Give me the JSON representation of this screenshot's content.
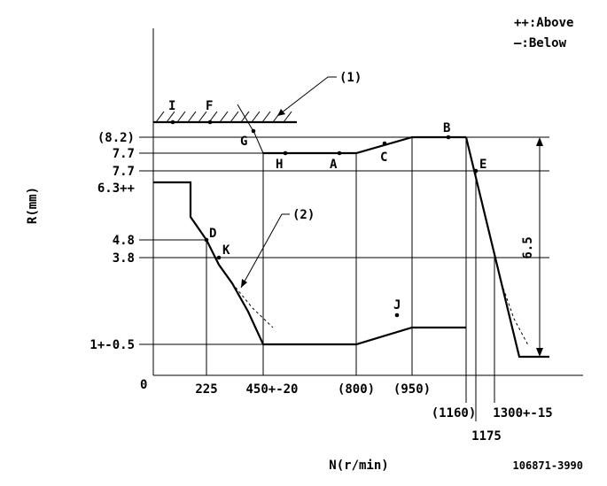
{
  "legend": {
    "above": "++:Above",
    "below": "—:Below"
  },
  "axes": {
    "y_label": "R(mm)",
    "x_label": "N(r/min)",
    "origin": "0",
    "y_ticks": [
      "(8.2)",
      "7.7",
      "7.7",
      "6.3++",
      "4.8",
      "3.8",
      "1+-0.5"
    ],
    "x_ticks": [
      "225",
      "450+-20",
      "(800)",
      "(950)",
      "(1160)",
      "1175",
      "1300+-15"
    ]
  },
  "points": [
    "I",
    "F",
    "G",
    "H",
    "A",
    "C",
    "B",
    "E",
    "D",
    "K",
    "J"
  ],
  "callouts": [
    "(1)",
    "(2)"
  ],
  "dimension": "6.5",
  "doc_number": "106871-3990"
}
